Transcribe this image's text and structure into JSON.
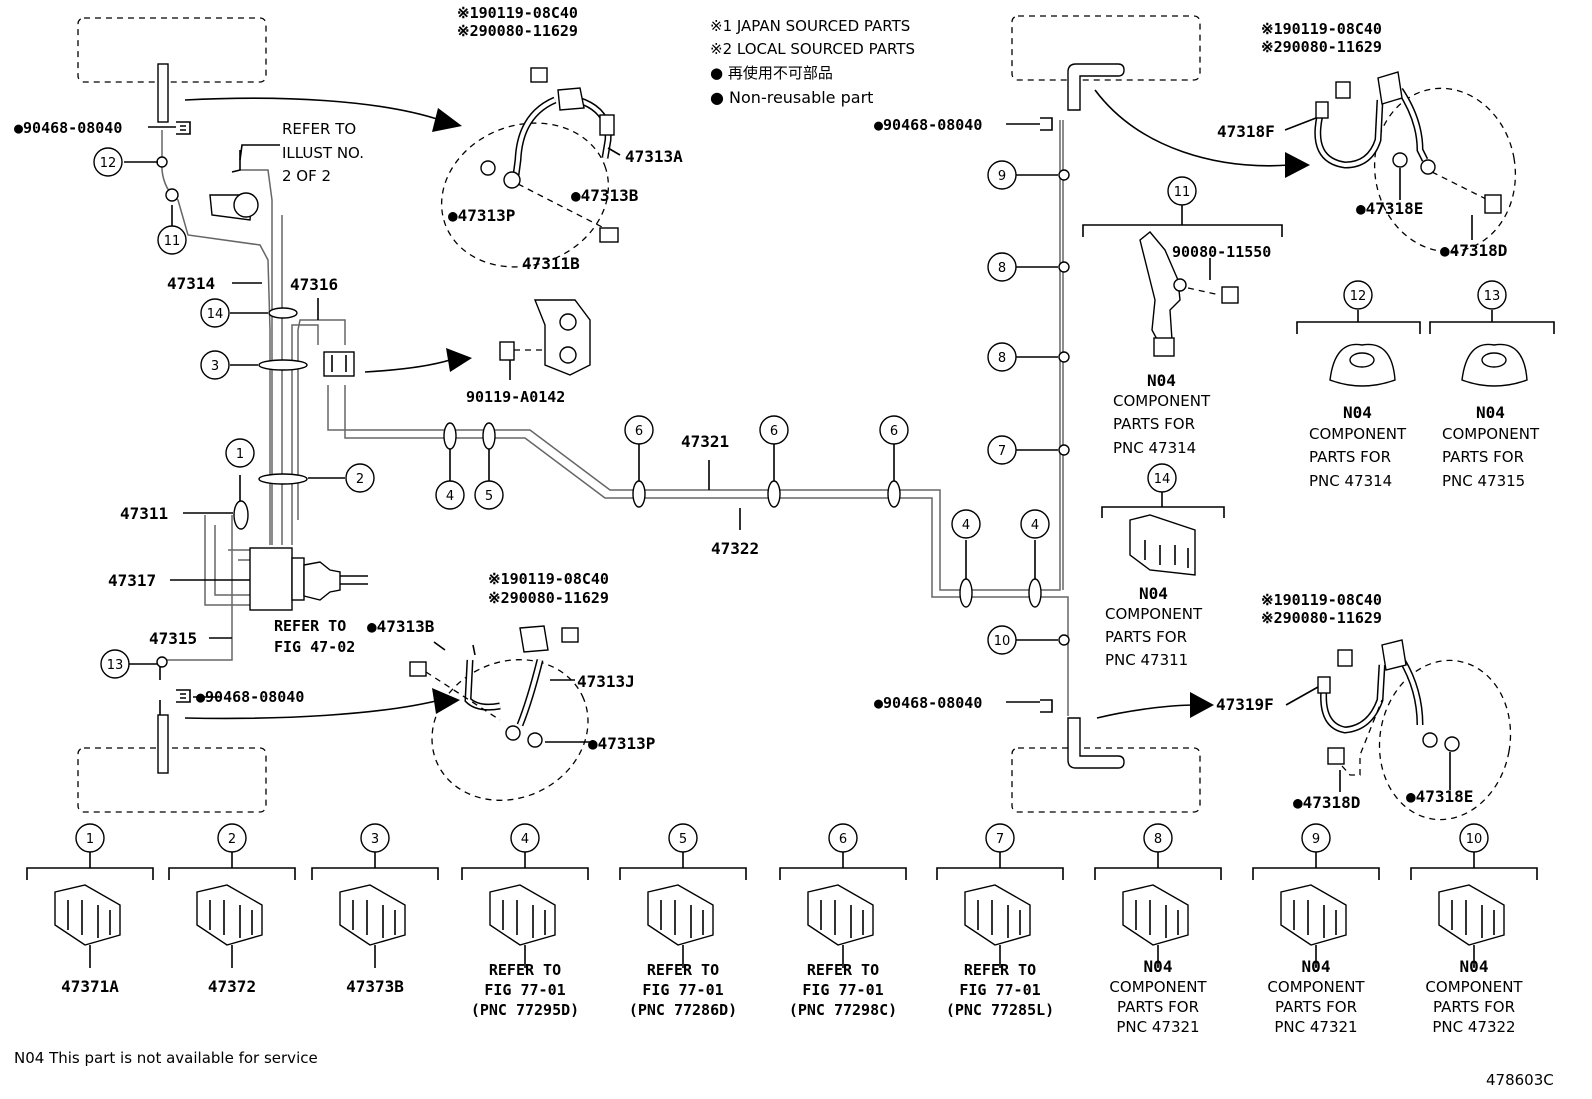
{
  "notes": {
    "note1": "※1 JAPAN SOURCED PARTS",
    "note2": "※2 LOCAL SOURCED PARTS",
    "note3": "● 再使用不可部品",
    "note4": "● Non-reusable part"
  },
  "hose_tl": {
    "a": "※190119-08C40",
    "b": "※290080-11629"
  },
  "hose_tr": {
    "a": "※190119-08C40",
    "b": "※290080-11629"
  },
  "hose_bl": {
    "a": "※190119-08C40",
    "b": "※290080-11629"
  },
  "hose_br": {
    "a": "※190119-08C40",
    "b": "※290080-11629"
  },
  "parts": {
    "p90468_tl": "●90468-08040",
    "p90468_bl": "●90468-08040",
    "p90468_tr": "●90468-08040",
    "p90468_br": "●90468-08040",
    "p47313A": "47313A",
    "p47313B_top": "●47313B",
    "p47313P_top": "●47313P",
    "p47311B": "47311B",
    "p90119_A0142": "90119-A0142",
    "p47314": "47314",
    "p47316": "47316",
    "p47311": "47311",
    "p47317": "47317",
    "p47315": "47315",
    "p47321": "47321",
    "p47322": "47322",
    "p47313B_bot": "●47313B",
    "p47313J": "47313J",
    "p47313P_bot": "●47313P",
    "p47318F": "47318F",
    "p47318E_top": "●47318E",
    "p47318D_top": "●47318D",
    "p47319F": "47319F",
    "p47318D_bot": "●47318D",
    "p47318E_bot": "●47318E",
    "p90080_11550": "90080-11550"
  },
  "refer_illust": {
    "l1": "REFER TO",
    "l2": "ILLUST NO.",
    "l3": "2 OF 2"
  },
  "refer_fig4702": {
    "l1": "REFER TO",
    "l2": "FIG 47-02"
  },
  "callouts": [
    "1",
    "2",
    "3",
    "4",
    "5",
    "6",
    "7",
    "8",
    "9",
    "10",
    "11",
    "12",
    "13",
    "14"
  ],
  "comp11": {
    "code": "N04",
    "l1": "COMPONENT",
    "l2": "PARTS FOR",
    "l3": "PNC 47314"
  },
  "comp14": {
    "code": "N04",
    "l1": "COMPONENT",
    "l2": "PARTS FOR",
    "l3": "PNC 47311"
  },
  "comp12": {
    "code": "N04",
    "l1": "COMPONENT",
    "l2": "PARTS FOR",
    "l3": "PNC 47314"
  },
  "comp13": {
    "code": "N04",
    "l1": "COMPONENT",
    "l2": "PARTS FOR",
    "l3": "PNC 47315"
  },
  "bottom": [
    {
      "num": "1",
      "lines": [
        "47371A"
      ]
    },
    {
      "num": "2",
      "lines": [
        "47372"
      ]
    },
    {
      "num": "3",
      "lines": [
        "47373B"
      ]
    },
    {
      "num": "4",
      "lines": [
        "REFER TO",
        "FIG 77-01",
        "(PNC 77295D)"
      ]
    },
    {
      "num": "5",
      "lines": [
        "REFER TO",
        "FIG 77-01",
        "(PNC 77286D)"
      ]
    },
    {
      "num": "6",
      "lines": [
        "REFER TO",
        "FIG 77-01",
        "(PNC 77298C)"
      ]
    },
    {
      "num": "7",
      "lines": [
        "REFER TO",
        "FIG 77-01",
        "(PNC 77285L)"
      ]
    },
    {
      "num": "8",
      "lines": [
        "N04",
        "COMPONENT",
        "PARTS FOR",
        "PNC 47321"
      ]
    },
    {
      "num": "9",
      "lines": [
        "N04",
        "COMPONENT",
        "PARTS FOR",
        "PNC 47321"
      ]
    },
    {
      "num": "10",
      "lines": [
        "N04",
        "COMPONENT",
        "PARTS FOR",
        "PNC 47322"
      ]
    }
  ],
  "footer": {
    "note": "N04 This part is not available for service",
    "id": "478603C"
  }
}
